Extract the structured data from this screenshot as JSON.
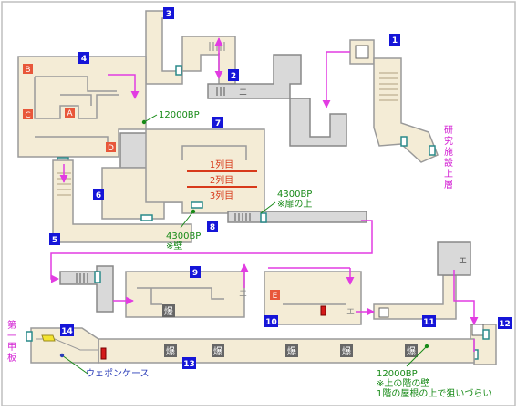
{
  "colors": {
    "frame": "#bfbfbf",
    "room_fill": "#f4ecd6",
    "room_stroke": "#9a9a9a",
    "corridor_fill": "#d9d9d9",
    "corridor_stroke": "#888888",
    "marker_bg": "#1515d8",
    "marker_text": "#ffffff",
    "arrow": "#e23ce2",
    "annotation": "#178a17",
    "letter_bg": "#e8573a",
    "row_text": "#d83a1a",
    "row_line": "#d83a1a",
    "hazard": "#666666",
    "box_text": "#333333"
  },
  "markers": [
    {
      "id": "m1",
      "text": "1"
    },
    {
      "id": "m2",
      "text": "2"
    },
    {
      "id": "m3",
      "text": "3"
    },
    {
      "id": "m4",
      "text": "4"
    },
    {
      "id": "m5",
      "text": "5"
    },
    {
      "id": "m6",
      "text": "6"
    },
    {
      "id": "m7",
      "text": "7"
    },
    {
      "id": "m8",
      "text": "8"
    },
    {
      "id": "m9",
      "text": "9"
    },
    {
      "id": "m10",
      "text": "10"
    },
    {
      "id": "m11",
      "text": "11"
    },
    {
      "id": "m12",
      "text": "12"
    },
    {
      "id": "m13",
      "text": "13"
    },
    {
      "id": "m14",
      "text": "14"
    }
  ],
  "letters": [
    {
      "id": "A",
      "text": "A"
    },
    {
      "id": "B",
      "text": "B"
    },
    {
      "id": "C",
      "text": "C"
    },
    {
      "id": "D",
      "text": "D"
    },
    {
      "id": "E",
      "text": "E"
    }
  ],
  "rows": [
    "1列目",
    "2列目",
    "3列目"
  ],
  "annotations": {
    "bp_12000_upper": "12000BP",
    "bp_4300_left": "4300BP",
    "wall_note": "※壁",
    "bp_4300_right": "4300BP",
    "door_top_note": "※扉の上",
    "weapon_case": "ウェポンケース",
    "bp_12000_lower": "12000BP",
    "upper_wall_note": "※上の階の壁",
    "roof_note": "1階の屋根の上で狙いづらい"
  },
  "vertical_labels": {
    "right": [
      "研",
      "究",
      "施",
      "設",
      "上",
      "層"
    ],
    "left": [
      "第",
      "一",
      "甲",
      "板"
    ]
  },
  "explosive_label": "爆",
  "ladder_label": "エ"
}
